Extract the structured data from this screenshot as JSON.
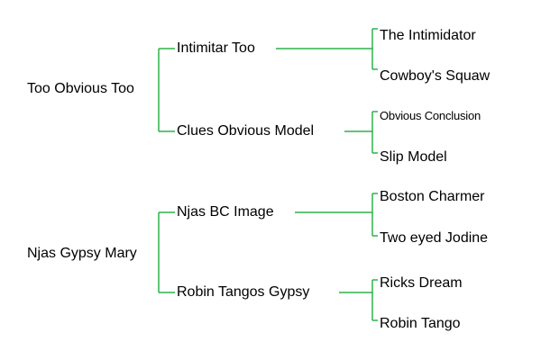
{
  "pedigree": {
    "subject_1": {
      "name": "Too Obvious Too",
      "sire": {
        "name": "Intimitar Too",
        "sire": "The Intimidator",
        "dam": "Cowboy's Squaw"
      },
      "dam": {
        "name": "Clues Obvious Model",
        "sire": "Obvious Conclusion",
        "dam": "Slip Model"
      }
    },
    "subject_2": {
      "name": "Njas Gypsy Mary",
      "sire": {
        "name": "Njas BC Image",
        "sire": "Boston Charmer",
        "dam": "Two eyed Jodine"
      },
      "dam": {
        "name": "Robin Tangos Gypsy",
        "sire": "Ricks Dream",
        "dam": "Robin Tango"
      }
    }
  },
  "colors": {
    "connector": "#2ab24a",
    "text": "#000000",
    "background": "#ffffff"
  }
}
